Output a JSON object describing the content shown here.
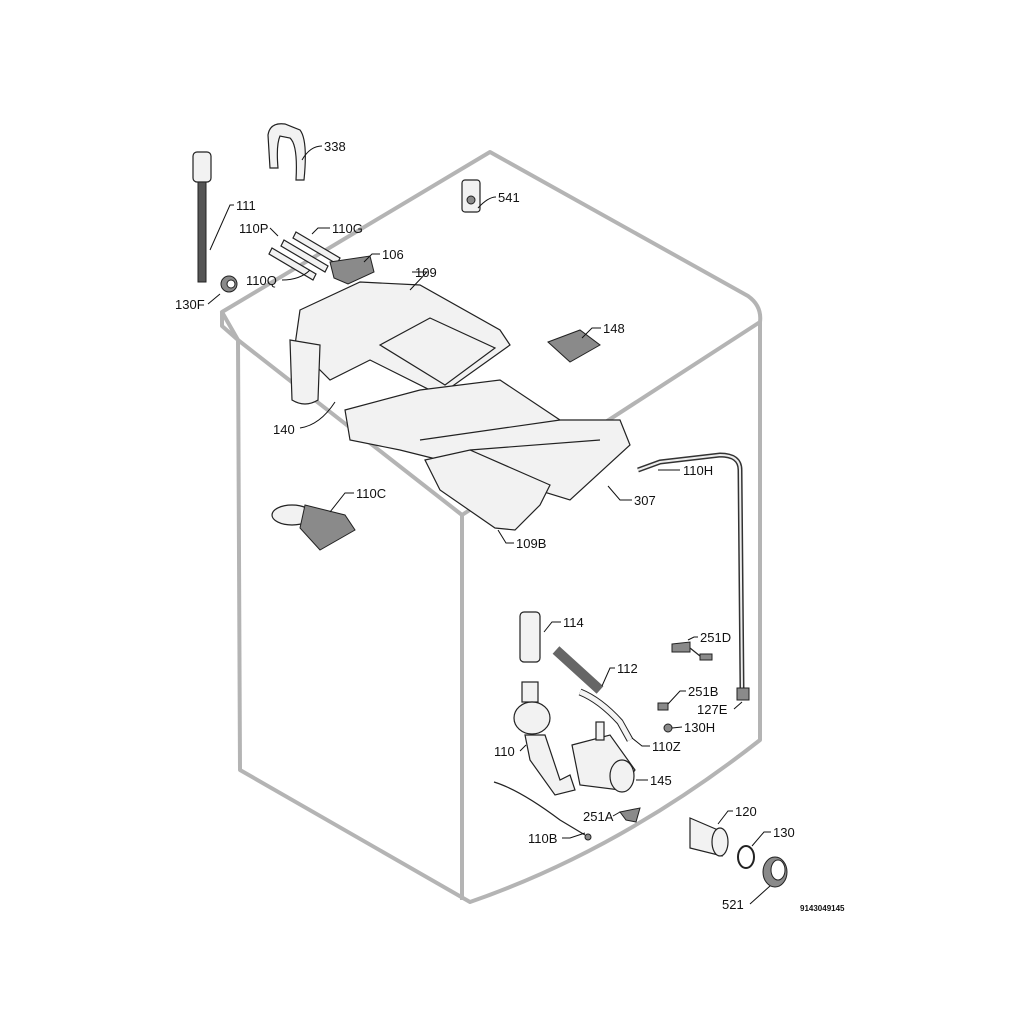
{
  "diagram": {
    "type": "exploded parts diagram",
    "drawing_code": "9143049145",
    "labels": {
      "p338": "338",
      "p541": "541",
      "p111": "111",
      "p110P": "110P",
      "p110G": "110G",
      "p106": "106",
      "p110Q": "110Q",
      "p109": "109",
      "p130F": "130F",
      "p148": "148",
      "p140": "140",
      "p110H": "110H",
      "p110C": "110C",
      "p307": "307",
      "p109B": "109B",
      "p114": "114",
      "p251D": "251D",
      "p112": "112",
      "p251B": "251B",
      "p127E": "127E",
      "p130H": "130H",
      "p110Z": "110Z",
      "p110": "110",
      "p145": "145",
      "p251A": "251A",
      "p120": "120",
      "p130": "130",
      "p110B": "110B",
      "p521": "521"
    }
  }
}
